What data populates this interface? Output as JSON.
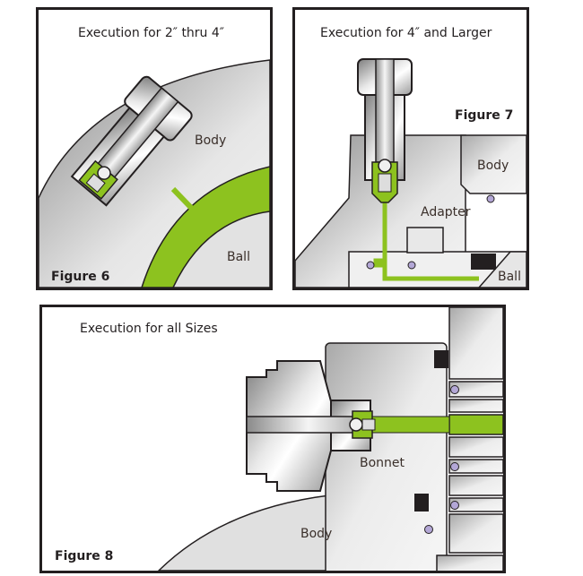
{
  "colors": {
    "outline": "#231f20",
    "fluid_green": "#8dc21f",
    "metal_light": "#f2f2f2",
    "metal_dark": "#8a8a8a",
    "oring_purple": "#b3a7d6",
    "seat_black": "#231f20"
  },
  "figures": [
    {
      "title": "Execution for 2″ thru 4″",
      "caption": "Figure 6",
      "labels": {
        "body": "Body",
        "ball": "Ball"
      }
    },
    {
      "title": "Execution for 4″ and Larger",
      "caption": "Figure 7",
      "labels": {
        "body": "Body",
        "adapter": "Adapter",
        "ball": "Ball"
      }
    },
    {
      "title": "Execution for all Sizes",
      "caption": "Figure 8",
      "labels": {
        "bonnet": "Bonnet",
        "body": "Body"
      }
    }
  ]
}
